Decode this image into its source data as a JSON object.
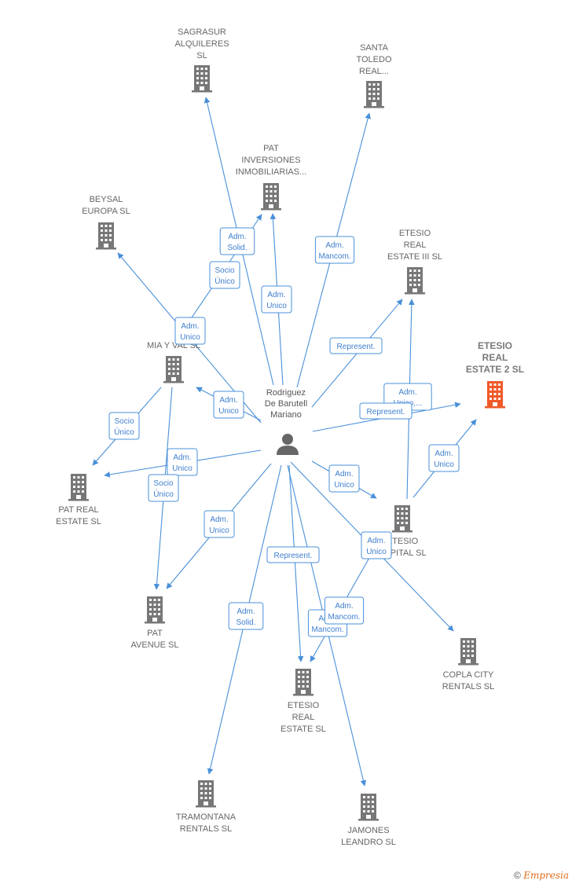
{
  "colors": {
    "edge": "#4a90d9",
    "building": "#777777",
    "focus_building": "#f05a28",
    "person": "#666666"
  },
  "person": {
    "id": "rodriguez",
    "lines": [
      "Rodriguez",
      "De Barutell",
      "Mariano"
    ],
    "icon": "person-icon"
  },
  "companies": [
    {
      "id": "sagrasur",
      "lines": [
        "SAGRASUR",
        "ALQUILERES",
        "SL"
      ],
      "icon": "building-icon"
    },
    {
      "id": "santa",
      "lines": [
        "SANTA",
        "TOLEDO",
        "REAL..."
      ],
      "icon": "building-icon"
    },
    {
      "id": "patinv",
      "lines": [
        "PAT",
        "INVERSIONES",
        "INMOBILIARIAS..."
      ],
      "icon": "building-icon"
    },
    {
      "id": "beysal",
      "lines": [
        "BEYSAL",
        "EUROPA  SL"
      ],
      "icon": "building-icon"
    },
    {
      "id": "etesio3",
      "lines": [
        "ETESIO",
        "REAL",
        "ESTATE III  SL"
      ],
      "icon": "building-icon"
    },
    {
      "id": "etesio2",
      "lines": [
        "ETESIO",
        "REAL",
        "ESTATE 2  SL"
      ],
      "icon": "building-icon",
      "focus": true
    },
    {
      "id": "miayval",
      "lines": [
        "MIA Y VAL  SL"
      ],
      "icon": "building-icon"
    },
    {
      "id": "patreal",
      "lines": [
        "PAT REAL",
        "ESTATE  SL"
      ],
      "icon": "building-icon"
    },
    {
      "id": "etesiocap",
      "lines": [
        "ETESIO",
        "CAPITAL  SL"
      ],
      "icon": "building-icon"
    },
    {
      "id": "patavenue",
      "lines": [
        "PAT",
        "AVENUE  SL"
      ],
      "icon": "building-icon"
    },
    {
      "id": "copla",
      "lines": [
        "COPLA CITY",
        "RENTALS  SL"
      ],
      "icon": "building-icon"
    },
    {
      "id": "etesioreal",
      "lines": [
        "ETESIO",
        "REAL",
        "ESTATE  SL"
      ],
      "icon": "building-icon"
    },
    {
      "id": "tramontana",
      "lines": [
        "TRAMONTANA",
        "RENTALS  SL"
      ],
      "icon": "building-icon"
    },
    {
      "id": "jamones",
      "lines": [
        "JAMONES",
        "LEANDRO  SL"
      ],
      "icon": "building-icon"
    }
  ],
  "relations": [
    {
      "from": "rodriguez",
      "to": "sagrasur",
      "label": [
        "Adm.",
        "Solid."
      ]
    },
    {
      "from": "rodriguez",
      "to": "santa",
      "label": [
        "Adm.",
        "Mancom."
      ]
    },
    {
      "from": "rodriguez",
      "to": "patinv",
      "label": [
        "Adm.",
        "Unico"
      ]
    },
    {
      "from": "miayval",
      "to": "patinv",
      "label": [
        "Socio",
        "Único"
      ]
    },
    {
      "from": "rodriguez",
      "to": "beysal",
      "label": [
        "Adm.",
        "Unico"
      ]
    },
    {
      "from": "rodriguez",
      "to": "etesio3",
      "label": [
        "Represent."
      ]
    },
    {
      "from": "etesiocap",
      "to": "etesio3",
      "label": [
        "Adm.",
        "Unico,..."
      ]
    },
    {
      "from": "rodriguez",
      "to": "etesio2",
      "label": [
        "Represent."
      ]
    },
    {
      "from": "etesiocap",
      "to": "etesio2",
      "label": [
        "Adm.",
        "Unico"
      ]
    },
    {
      "from": "rodriguez",
      "to": "miayval",
      "label": [
        "Adm.",
        "Unico"
      ]
    },
    {
      "from": "miayval",
      "to": "patreal",
      "label": [
        "Socio",
        "Único"
      ]
    },
    {
      "from": "rodriguez",
      "to": "patreal",
      "label": [
        "Adm.",
        "Unico"
      ]
    },
    {
      "from": "miayval",
      "to": "patavenue",
      "label": [
        "Socio",
        "Único"
      ]
    },
    {
      "from": "rodriguez",
      "to": "patavenue",
      "label": [
        "Adm.",
        "Unico"
      ]
    },
    {
      "from": "rodriguez",
      "to": "etesiocap",
      "label": [
        "Adm.",
        "Unico"
      ]
    },
    {
      "from": "rodriguez",
      "to": "copla",
      "label": [
        "Adm.",
        "Unico"
      ]
    },
    {
      "from": "rodriguez",
      "to": "etesioreal",
      "label": [
        "Represent."
      ]
    },
    {
      "from": "etesiocap",
      "to": "etesioreal",
      "label": [
        "Adm.",
        "Mancom."
      ]
    },
    {
      "from": "rodriguez",
      "to": "jamones",
      "label": [
        "Adm.",
        "Mancom."
      ]
    },
    {
      "from": "rodriguez",
      "to": "tramontana",
      "label": [
        "Adm.",
        "Solid."
      ]
    }
  ],
  "footer": {
    "copyright": "©",
    "brand": "Empresia"
  }
}
